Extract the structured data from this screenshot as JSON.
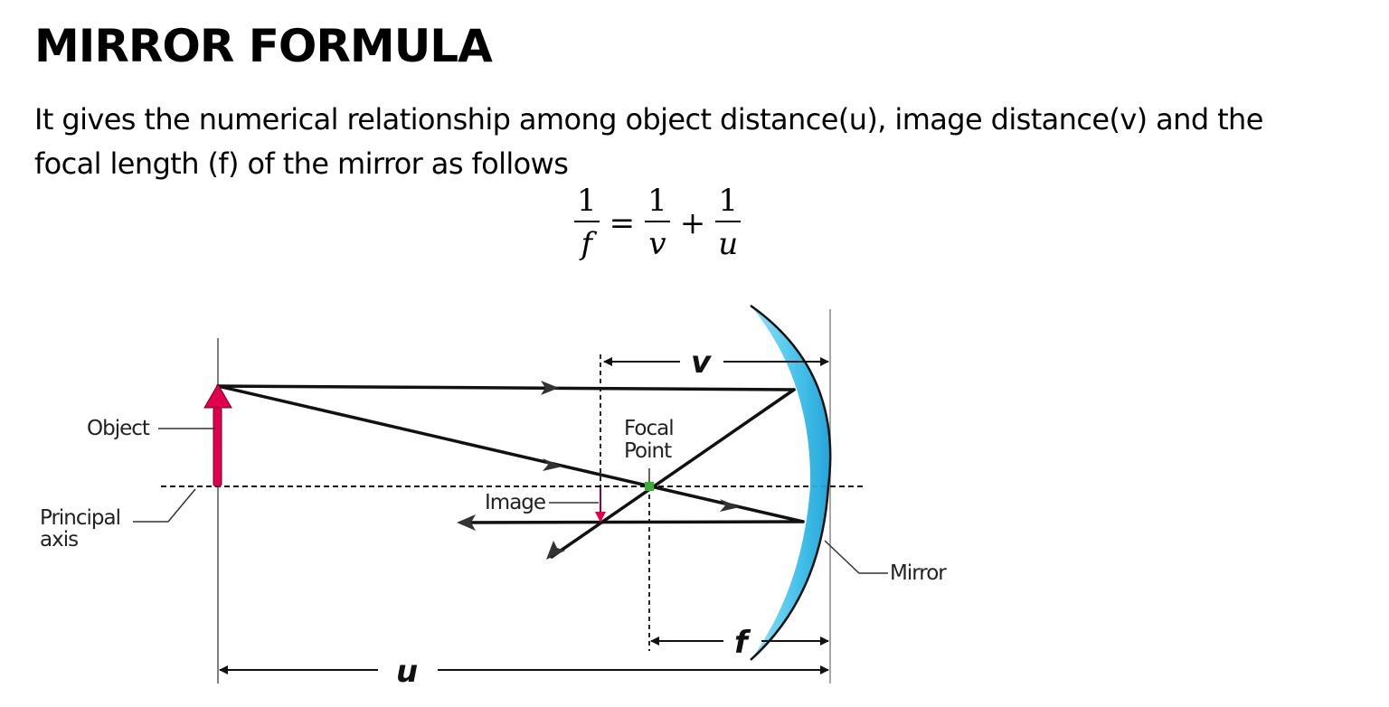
{
  "slide": {
    "title": "MIRROR FORMULA",
    "description": "It gives the numerical relationship among object distance(u), image distance(v) and the focal length (f) of the mirror as follows"
  },
  "formula": {
    "lhs": {
      "numerator": "1",
      "denominator": "f"
    },
    "equals": "=",
    "term1": {
      "numerator": "1",
      "denominator": "v"
    },
    "plus": "+",
    "term2": {
      "numerator": "1",
      "denominator": "u"
    }
  },
  "diagram": {
    "labels": {
      "object": "Object",
      "principal_axis_line1": "Principal",
      "principal_axis_line2": "axis",
      "image": "Image",
      "focal_point_line1": "Focal",
      "focal_point_line2": "Point",
      "mirror": "Mirror",
      "v": "v",
      "f": "f",
      "u": "u"
    },
    "colors": {
      "object_arrow": "#e0004d",
      "mirror_fill": "#3bbfe8",
      "focal_point": "#33b233",
      "rays": "#111111"
    }
  }
}
